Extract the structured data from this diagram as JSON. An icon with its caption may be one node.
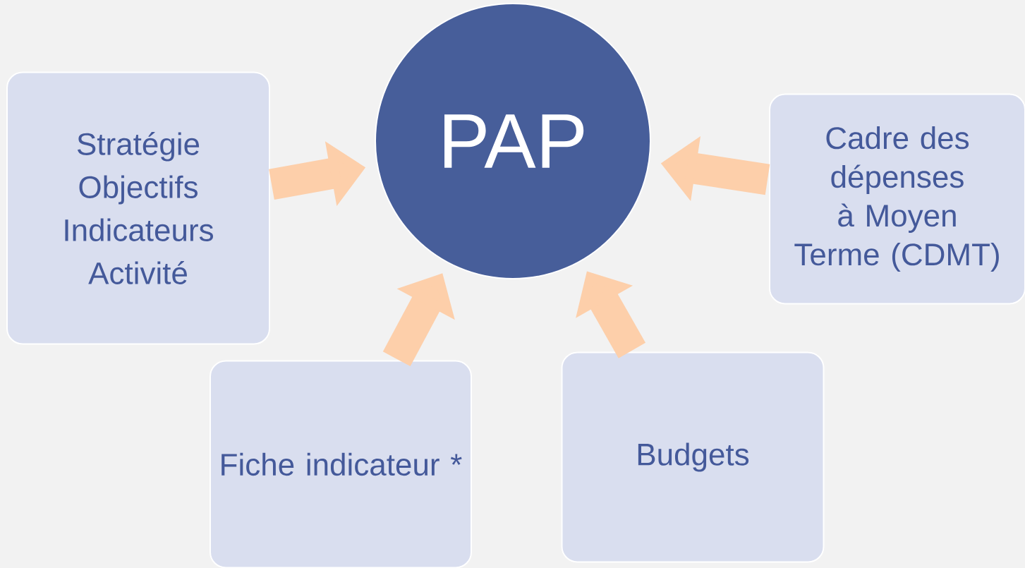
{
  "diagram": {
    "nodes": [
      {
        "text": [
          "PAP"
        ]
      },
      {
        "text": [
          "Stratégie",
          "Objectifs",
          "Indicateurs",
          "Activité"
        ]
      },
      {
        "text": [
          "Cadre des dépenses à Moyen Terme (CDMT)"
        ]
      },
      {
        "text": [
          "Fiche indicateur *"
        ]
      },
      {
        "text": [
          "Budgets"
        ]
      }
    ],
    "edges": [
      {
        "from": 1,
        "to": 0,
        "arrow": "to"
      },
      {
        "from": 2,
        "to": 0,
        "arrow": "to"
      },
      {
        "from": 3,
        "to": 0,
        "arrow": "to"
      },
      {
        "from": 4,
        "to": 0,
        "arrow": "to"
      }
    ]
  }
}
